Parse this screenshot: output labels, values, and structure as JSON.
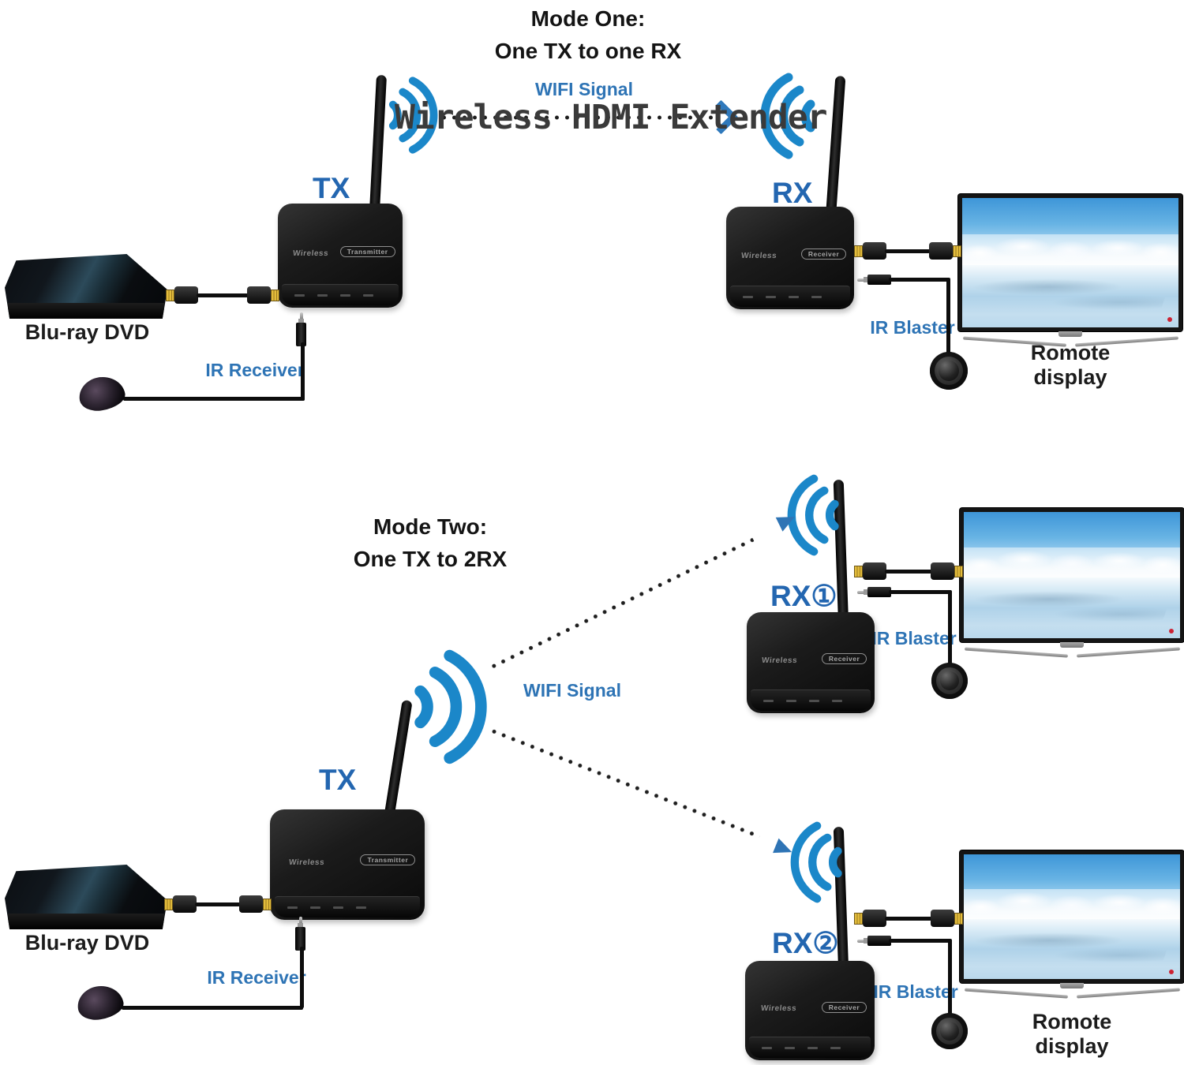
{
  "watermark": "Wireless HDMI Extender",
  "colors": {
    "wifi_blue": "#1B87C9",
    "port_label_blue": "#2366B0",
    "small_label_blue": "#2E74B5",
    "heading_black": "#141414",
    "watermark_gray": "#3A3A3A",
    "dot_color": "#1E1E1E"
  },
  "device": {
    "brand": "Wireless",
    "tx_badge": "Transmitter",
    "rx_badge": "Receiver"
  },
  "mode_one": {
    "title_line1": "Mode One:",
    "title_line2": "One TX to one RX",
    "wifi_signal": "WIFI Signal",
    "tx_label": "TX",
    "rx_label": "RX",
    "source_label": "Blu-ray DVD",
    "ir_receiver": "IR Receiver",
    "ir_blaster": "IR Blaster",
    "display_label": "Romote display"
  },
  "mode_two": {
    "title_line1": "Mode Two:",
    "title_line2": "One TX to 2RX",
    "wifi_signal": "WIFI Signal",
    "tx_label": "TX",
    "rx1_label": "RX①",
    "rx2_label": "RX②",
    "source_label": "Blu-ray DVD",
    "ir_receiver": "IR Receiver",
    "ir_blaster": "IR Blaster",
    "display_label": "Romote display"
  }
}
